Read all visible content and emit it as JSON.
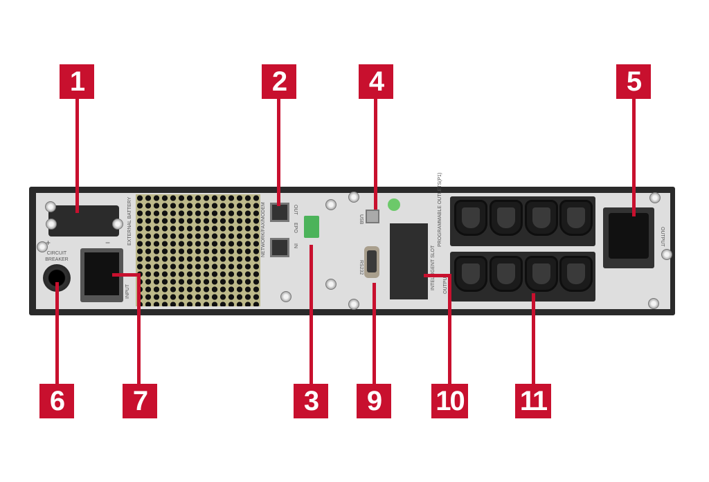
{
  "callouts": [
    "1",
    "2",
    "3",
    "4",
    "5",
    "6",
    "7",
    "9",
    "10",
    "11"
  ],
  "panel_text": {
    "circuit_breaker": "CIRCUIT BREAKER",
    "plus": "+",
    "minus": "−",
    "external_battery": "EXTERNAL BATTERY",
    "input": "INPUT",
    "network": "NETWORK/FAX/MODEM",
    "out": "OUT",
    "in": "IN",
    "epo": "EPO",
    "usb": "USB",
    "rs232": "RS232",
    "intelligent_slot": "INTELLIGENT SLOT",
    "programmable": "PROGRAMMABLE OUTLETS(P1)",
    "output_group": "OUTPUT",
    "output_main": "OUTPUT"
  },
  "colors": {
    "callout": "#c8102e",
    "frame": "#2a2a2a",
    "panel": "#dedede"
  }
}
